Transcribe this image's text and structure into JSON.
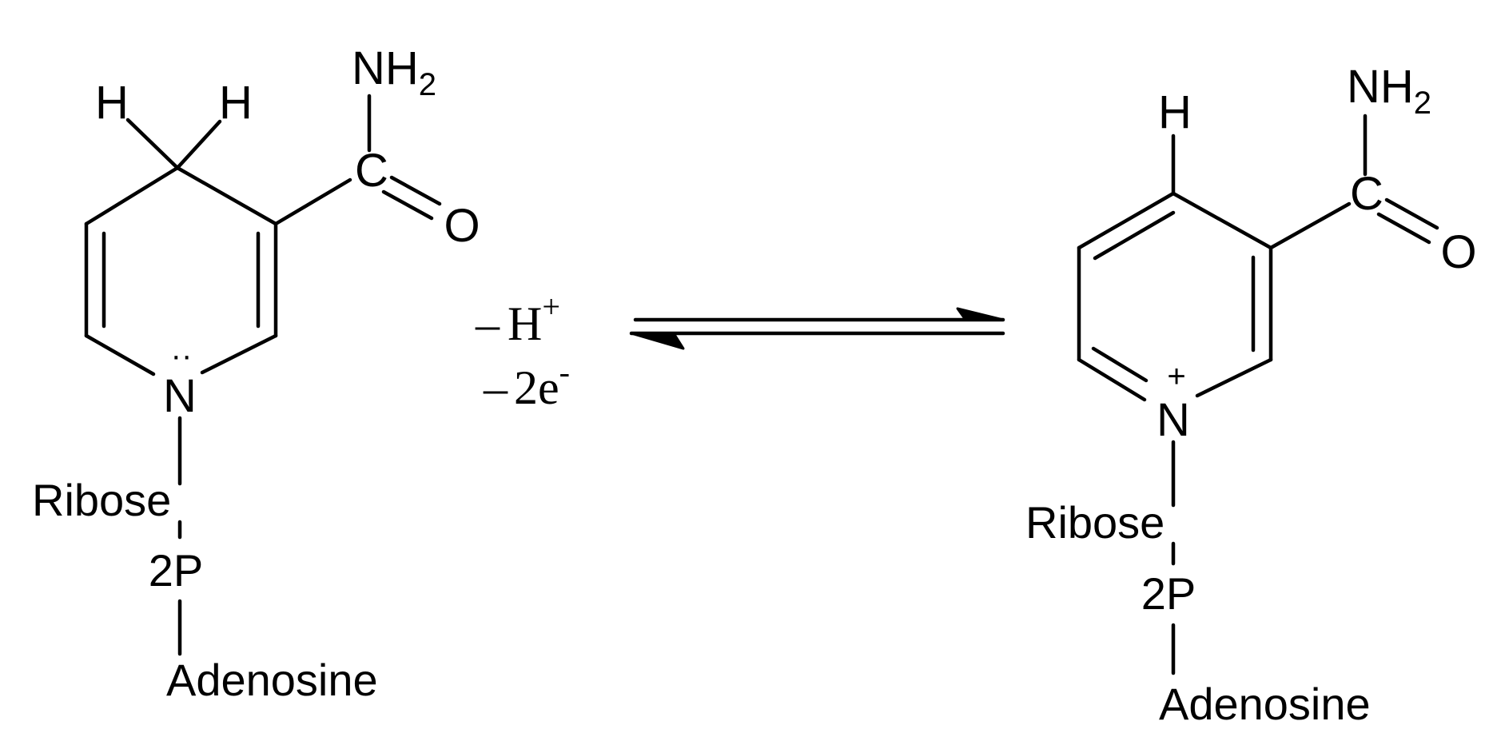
{
  "reaction": {
    "reduced": {
      "hydrogen_a": "H",
      "hydrogen_b": "H",
      "amide_n": "NH",
      "amide_n_sub": "2",
      "carbonyl_c": "C",
      "carbonyl_o": "O",
      "ring_n": "N",
      "ring_n_marker": "··",
      "ribose": "Ribose",
      "phosphate": "2P",
      "adenosine": "Adenosine"
    },
    "conditions": {
      "proton_minus": "–",
      "proton": "H",
      "proton_charge": "+",
      "electron_minus": "–",
      "electrons": "2e",
      "electron_charge": "-"
    },
    "oxidized": {
      "hydrogen": "H",
      "amide_n": "NH",
      "amide_n_sub": "2",
      "carbonyl_c": "C",
      "carbonyl_o": "O",
      "ring_n": "N",
      "ring_n_charge": "+",
      "ribose": "Ribose",
      "phosphate": "2P",
      "adenosine": "Adenosine"
    }
  }
}
